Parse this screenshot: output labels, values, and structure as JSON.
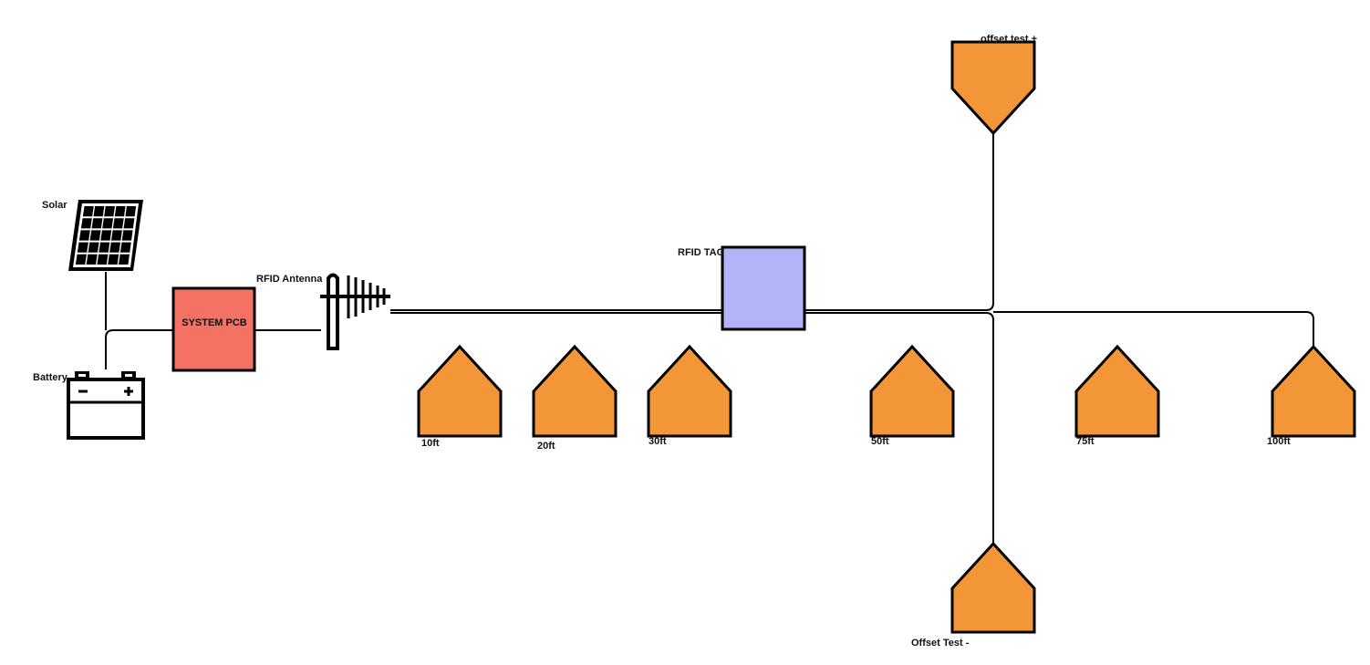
{
  "colors": {
    "system_pcb": "#f47264",
    "rfid_tag": "#b1b4f7",
    "marker": "#f39637",
    "stroke": "#000000"
  },
  "labels": {
    "solar": "Solar",
    "battery": "Battery",
    "system_pcb": "SYSTEM PCB",
    "rfid_antenna": "RFID Antenna",
    "rfid_tag": "RFID TAG",
    "offset_plus": "offset test +",
    "offset_minus": "Offset Test -"
  },
  "markers": [
    {
      "label": "10ft"
    },
    {
      "label": "20ft"
    },
    {
      "label": "30ft"
    },
    {
      "label": "50ft"
    },
    {
      "label": "75ft"
    },
    {
      "label": "100ft"
    }
  ],
  "icons": {
    "solar": "solar-panel-icon",
    "battery": "battery-icon",
    "antenna": "yagi-antenna-icon"
  }
}
